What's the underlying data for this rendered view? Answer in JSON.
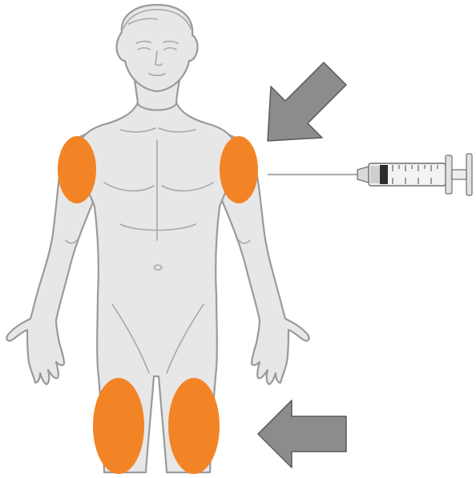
{
  "diagram": {
    "subject": "human-body-front",
    "injection_sites": [
      {
        "id": "left-upper-arm",
        "color": "#F38426"
      },
      {
        "id": "right-upper-arm",
        "color": "#F38426"
      },
      {
        "id": "left-thigh",
        "color": "#F38426"
      },
      {
        "id": "right-thigh",
        "color": "#F38426"
      }
    ],
    "arrows": [
      {
        "id": "arrow-to-arm",
        "color": "#8C8C8C"
      },
      {
        "id": "arrow-to-thigh",
        "color": "#8C8C8C"
      }
    ],
    "syringe": {
      "icon": "syringe-icon"
    },
    "colors": {
      "skin": "#E7E7E7",
      "outline": "#9A9A9A",
      "site": "#F38426",
      "arrow": "#8C8C8C",
      "background": "#FFFFFF"
    }
  }
}
